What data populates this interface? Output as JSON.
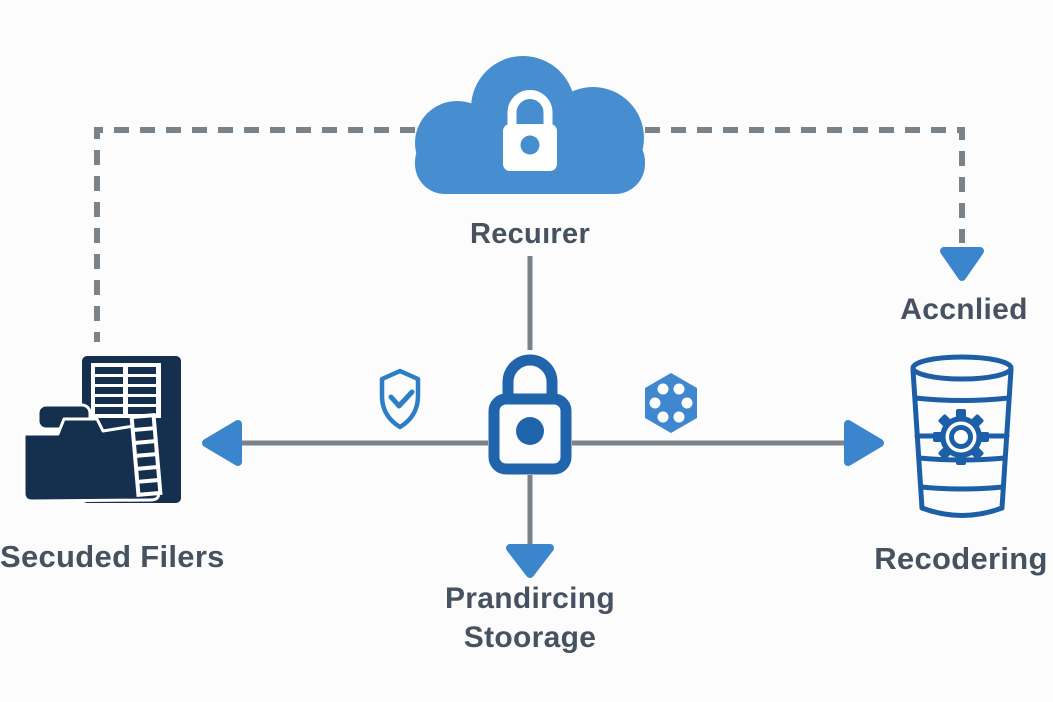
{
  "colors": {
    "background": "#fcfcfd",
    "cloud_blue": "#478ed0",
    "lock_blue": "#2065ab",
    "outline_blue": "#1d5fa6",
    "shield_blue": "#2d7ec4",
    "molecule_blue": "#3f88d0",
    "arrow_blue": "#3a85cc",
    "line_gray": "#7a828a",
    "navy": "#14304e",
    "text": "#475260",
    "white": "#ffffff"
  },
  "nodes": {
    "cloud": {
      "label": "Recuırer",
      "icon": "cloud-lock-icon"
    },
    "center": {
      "icon": "padlock-icon"
    },
    "secured_files": {
      "label": "Secuded Filers",
      "icon": "folder-building-icon"
    },
    "applied": {
      "label": "Accnlied"
    },
    "recording": {
      "label": "Recodering",
      "icon": "database-gear-icon"
    },
    "processing_storage": {
      "label_line1": "Prandircing",
      "label_line2": "Stoorage"
    }
  },
  "decorations": {
    "shield": "shield-check-icon",
    "molecule": "molecule-icon"
  }
}
